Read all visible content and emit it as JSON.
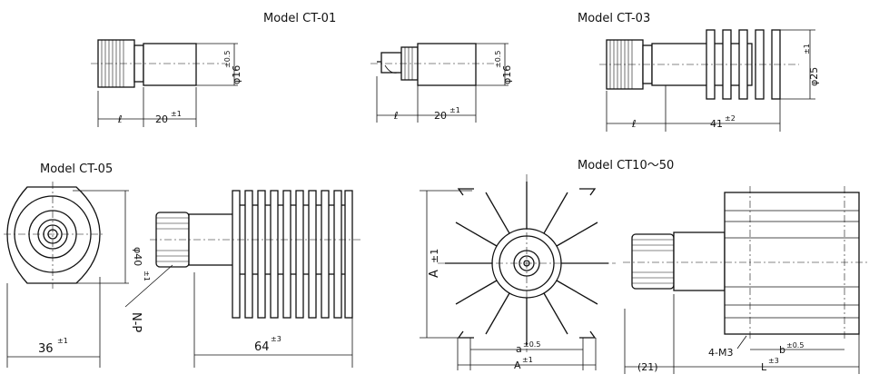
{
  "models": {
    "ct01": {
      "title": "Model CT-01",
      "len_label": "ℓ",
      "len_dim": "20",
      "len_tol": "±1",
      "dia_label": "φ16",
      "dia_tol": "±0.5"
    },
    "ct01b": {
      "len_label": "ℓ",
      "len_dim": "20",
      "len_tol": "±1",
      "dia_label": "φ16",
      "dia_tol": "±0.5"
    },
    "ct03": {
      "title": "Model CT-03",
      "len_label": "ℓ",
      "len_dim": "41",
      "len_tol": "±2",
      "dia_label": "φ25",
      "dia_tol": "±1"
    },
    "ct05": {
      "title": "Model CT-05",
      "width_dim": "36",
      "width_tol": "±1",
      "dia_label": "φ40",
      "dia_tol": "±1",
      "connector": "N-P",
      "len_dim": "64",
      "len_tol": "±3"
    },
    "ct10": {
      "title": "Model CT10～50",
      "height_label": "A",
      "height_tol": "±1",
      "a_label": "a",
      "a_tol": "±0.5",
      "A_label": "A",
      "A_tol": "±1",
      "paren_dim": "(21)",
      "screw": "4-M3",
      "b_label": "b",
      "b_tol": "±0.5",
      "L_label": "L",
      "L_tol": "±3"
    }
  }
}
